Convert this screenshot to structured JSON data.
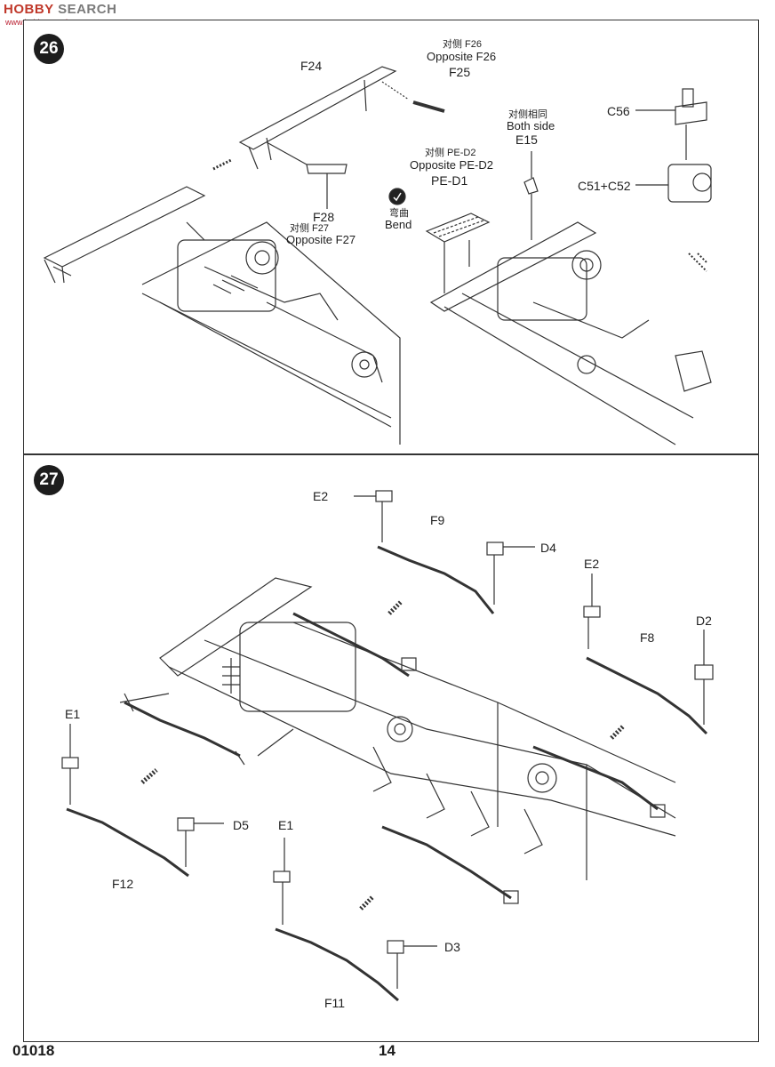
{
  "watermark": {
    "brand_hy": "HOBBY",
    "brand_rest": " SEARCH",
    "site": "www.hobbysearch"
  },
  "footer": {
    "product_code": "01018",
    "page_number": "14"
  },
  "step26": {
    "number": "26",
    "labels": {
      "f24": "F24",
      "f26_cn": "对侧 F26",
      "f26_en": "Opposite F26",
      "f25": "F25",
      "both_cn": "对侧相同",
      "both_en": "Both side",
      "e15": "E15",
      "c56": "C56",
      "c51c52": "C51+C52",
      "pe_d2_cn": "对侧 PE-D2",
      "pe_d2_en": "Opposite PE-D2",
      "pe_d1": "PE-D1",
      "bend_cn": "弯曲",
      "bend_en": "Bend",
      "f28": "F28",
      "f27_cn": "对侧 F27",
      "f27_en": "Opposite F27"
    }
  },
  "step27": {
    "number": "27",
    "labels": {
      "e2_top": "E2",
      "f9": "F9",
      "d4": "D4",
      "e2_right": "E2",
      "f8": "F8",
      "d2": "D2",
      "e1_left": "E1",
      "d5": "D5",
      "f12": "F12",
      "e1_bottom": "E1",
      "d3": "D3",
      "f11": "F11"
    }
  }
}
